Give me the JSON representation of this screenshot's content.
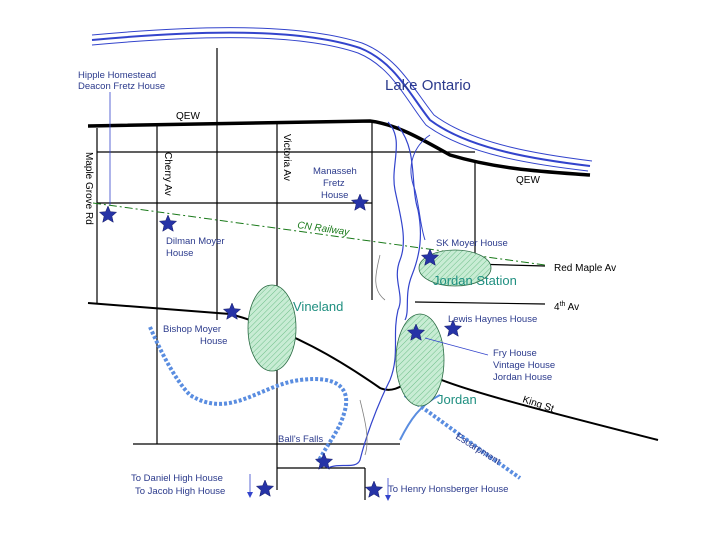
{
  "water": {
    "lake": "Lake Ontario"
  },
  "roads": {
    "qew_west": "QEW",
    "qew_east": "QEW",
    "maple_grove": "Maple Grove Rd",
    "cherry": "Cherry Av",
    "victoria": "Victoria Av",
    "red_maple": "Red Maple Av",
    "fourth_av_num": "4",
    "fourth_av_sup": "th",
    "fourth_av_rest": " Av",
    "king": "King St"
  },
  "railway": "CN Railway",
  "escarpment": "Escarpment",
  "towns": {
    "vineland": "Vineland",
    "jordan_station": "Jordan Station",
    "jordan": "Jordan"
  },
  "sites": {
    "hipple_1": "Hipple Homestead",
    "hipple_2": "Deacon Fretz House",
    "manasseh_1": "Manasseh",
    "manasseh_2": "Fretz",
    "manasseh_3": "House",
    "dilman_1": "Dilman Moyer",
    "dilman_2": "House",
    "skmoyer": "SK Moyer House",
    "lewis": "Lewis Haynes House",
    "bishop_1": "Bishop Moyer",
    "bishop_2": "House",
    "fry_1": "Fry House",
    "fry_2": "Vintage House",
    "fry_3": "Jordan House",
    "balls": "Ball's Falls",
    "daniel_1": "To Daniel High House",
    "daniel_2": "To Jacob High House",
    "henry": "To Henry Honsberger House"
  },
  "colors": {
    "water": "#3344cc",
    "marker": "#2633a6",
    "escarpment": "#5a8de0",
    "zone_fill": "#c8ecd4",
    "railway": "#1a7a1a"
  }
}
